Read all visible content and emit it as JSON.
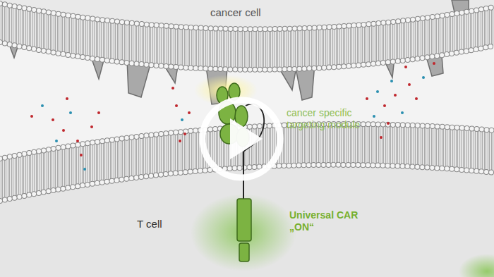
{
  "diagram": {
    "nodes": [
      {
        "text": [
          "cancer cell"
        ]
      },
      {
        "text": [
          "T cell"
        ]
      }
    ],
    "labels": [
      "cancer specific targeting module",
      "Universal CAR „ON“"
    ]
  }
}
